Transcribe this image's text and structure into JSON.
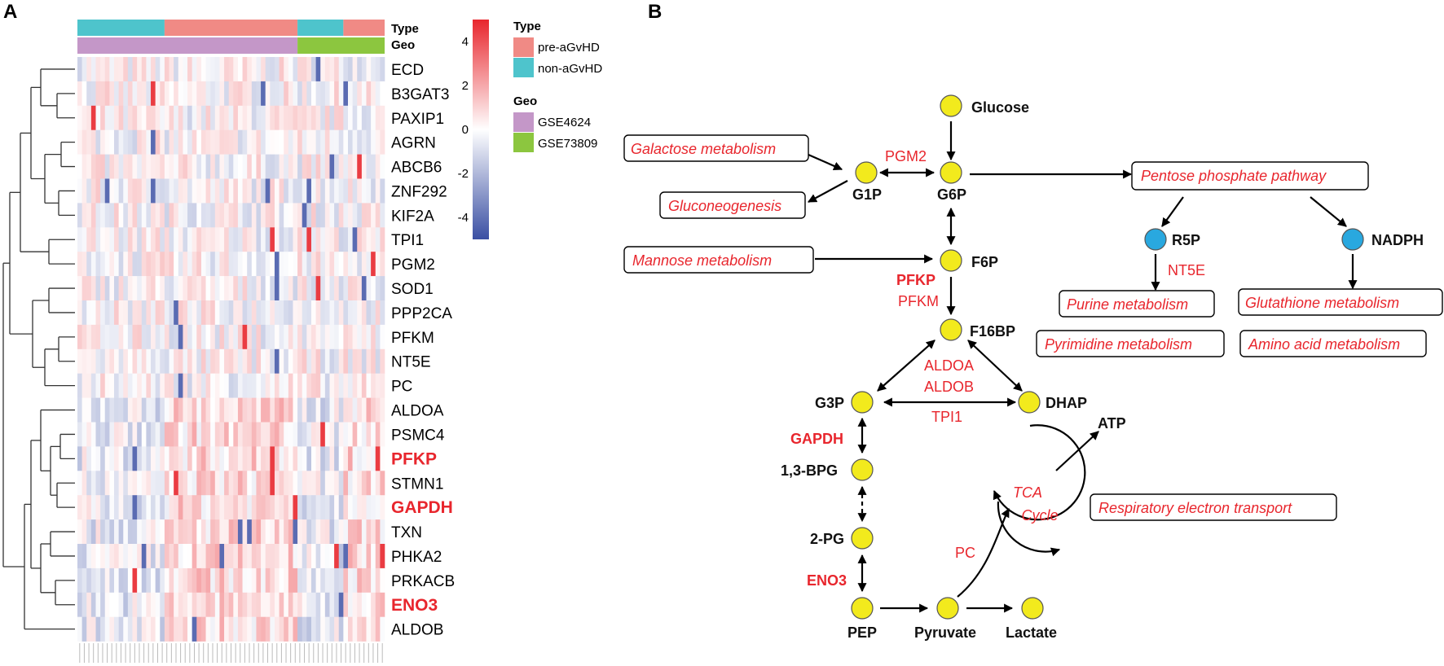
{
  "panels": {
    "a": "A",
    "b": "B"
  },
  "heatmap": {
    "type_label": "Type",
    "geo_label": "Geo",
    "genes": [
      "ECD",
      "B3GAT3",
      "PAXIP1",
      "AGRN",
      "ABCB6",
      "ZNF292",
      "KIF2A",
      "TPI1",
      "PGM2",
      "SOD1",
      "PPP2CA",
      "PFKM",
      "NT5E",
      "PC",
      "ALDOA",
      "PSMC4",
      "PFKP",
      "STMN1",
      "GAPDH",
      "TXN",
      "PHKA2",
      "PRKACB",
      "ENO3",
      "ALDOB"
    ],
    "highlighted_genes": [
      "PFKP",
      "GAPDH",
      "ENO3"
    ],
    "type_blocks": [
      {
        "value": "non-aGvHD",
        "start": 0,
        "end": 19
      },
      {
        "value": "pre-aGvHD",
        "start": 19,
        "end": 48
      },
      {
        "value": "non-aGvHD",
        "start": 48,
        "end": 58
      },
      {
        "value": "pre-aGvHD",
        "start": 58,
        "end": 67
      }
    ],
    "geo_blocks": [
      {
        "value": "GSE4624",
        "start": 0,
        "end": 48
      },
      {
        "value": "GSE73809",
        "start": 48,
        "end": 67
      }
    ],
    "n_samples": 67,
    "colorbar": {
      "ticks": [
        "4",
        "2",
        "0",
        "-2",
        "-4"
      ],
      "min": -5,
      "max": 5,
      "colors": [
        "#3a4fa3",
        "#ffffff",
        "#e8262d"
      ]
    },
    "legend": {
      "type_title": "Type",
      "type_items": [
        {
          "label": "pre-aGvHD",
          "color": "#f08a85"
        },
        {
          "label": "non-aGvHD",
          "color": "#4ec4cc"
        }
      ],
      "geo_title": "Geo",
      "geo_items": [
        {
          "label": "GSE4624",
          "color": "#c497c8"
        },
        {
          "label": "GSE73809",
          "color": "#8cc63f"
        }
      ]
    }
  },
  "pathway": {
    "metabolites": {
      "glucose": "Glucose",
      "g6p": "G6P",
      "g1p": "G1P",
      "f6p": "F6P",
      "f16bp": "F16BP",
      "g3p": "G3P",
      "dhap": "DHAP",
      "bpg": "1,3-BPG",
      "pg2": "2-PG",
      "pep": "PEP",
      "pyruvate": "Pyruvate",
      "lactate": "Lactate",
      "atp": "ATP",
      "r5p": "R5P",
      "nadph": "NADPH"
    },
    "enzymes": {
      "pgm2": "PGM2",
      "pfkp": "PFKP",
      "pfkm": "PFKM",
      "aldoa": "ALDOA",
      "aldob": "ALDOB",
      "tpi1": "TPI1",
      "gapdh": "GAPDH",
      "eno3": "ENO3",
      "pc": "PC",
      "nt5e": "NT5E"
    },
    "pathways": {
      "galactose": "Galactose metabolism",
      "gluconeogenesis": "Gluconeogenesis",
      "mannose": "Mannose metabolism",
      "pentose": "Pentose phosphate pathway",
      "purine": "Purine metabolism",
      "pyrimidine": "Pyrimidine metabolism",
      "glutathione": "Glutathione metabolism",
      "amino_acid": "Amino acid metabolism",
      "respiratory": "Respiratory electron transport"
    },
    "tca": {
      "line1": "TCA",
      "line2": "Cycle"
    },
    "colors": {
      "metabolite": "#f2ea1d",
      "cofactor": "#29a8df",
      "enzyme": "#e8262d"
    }
  }
}
